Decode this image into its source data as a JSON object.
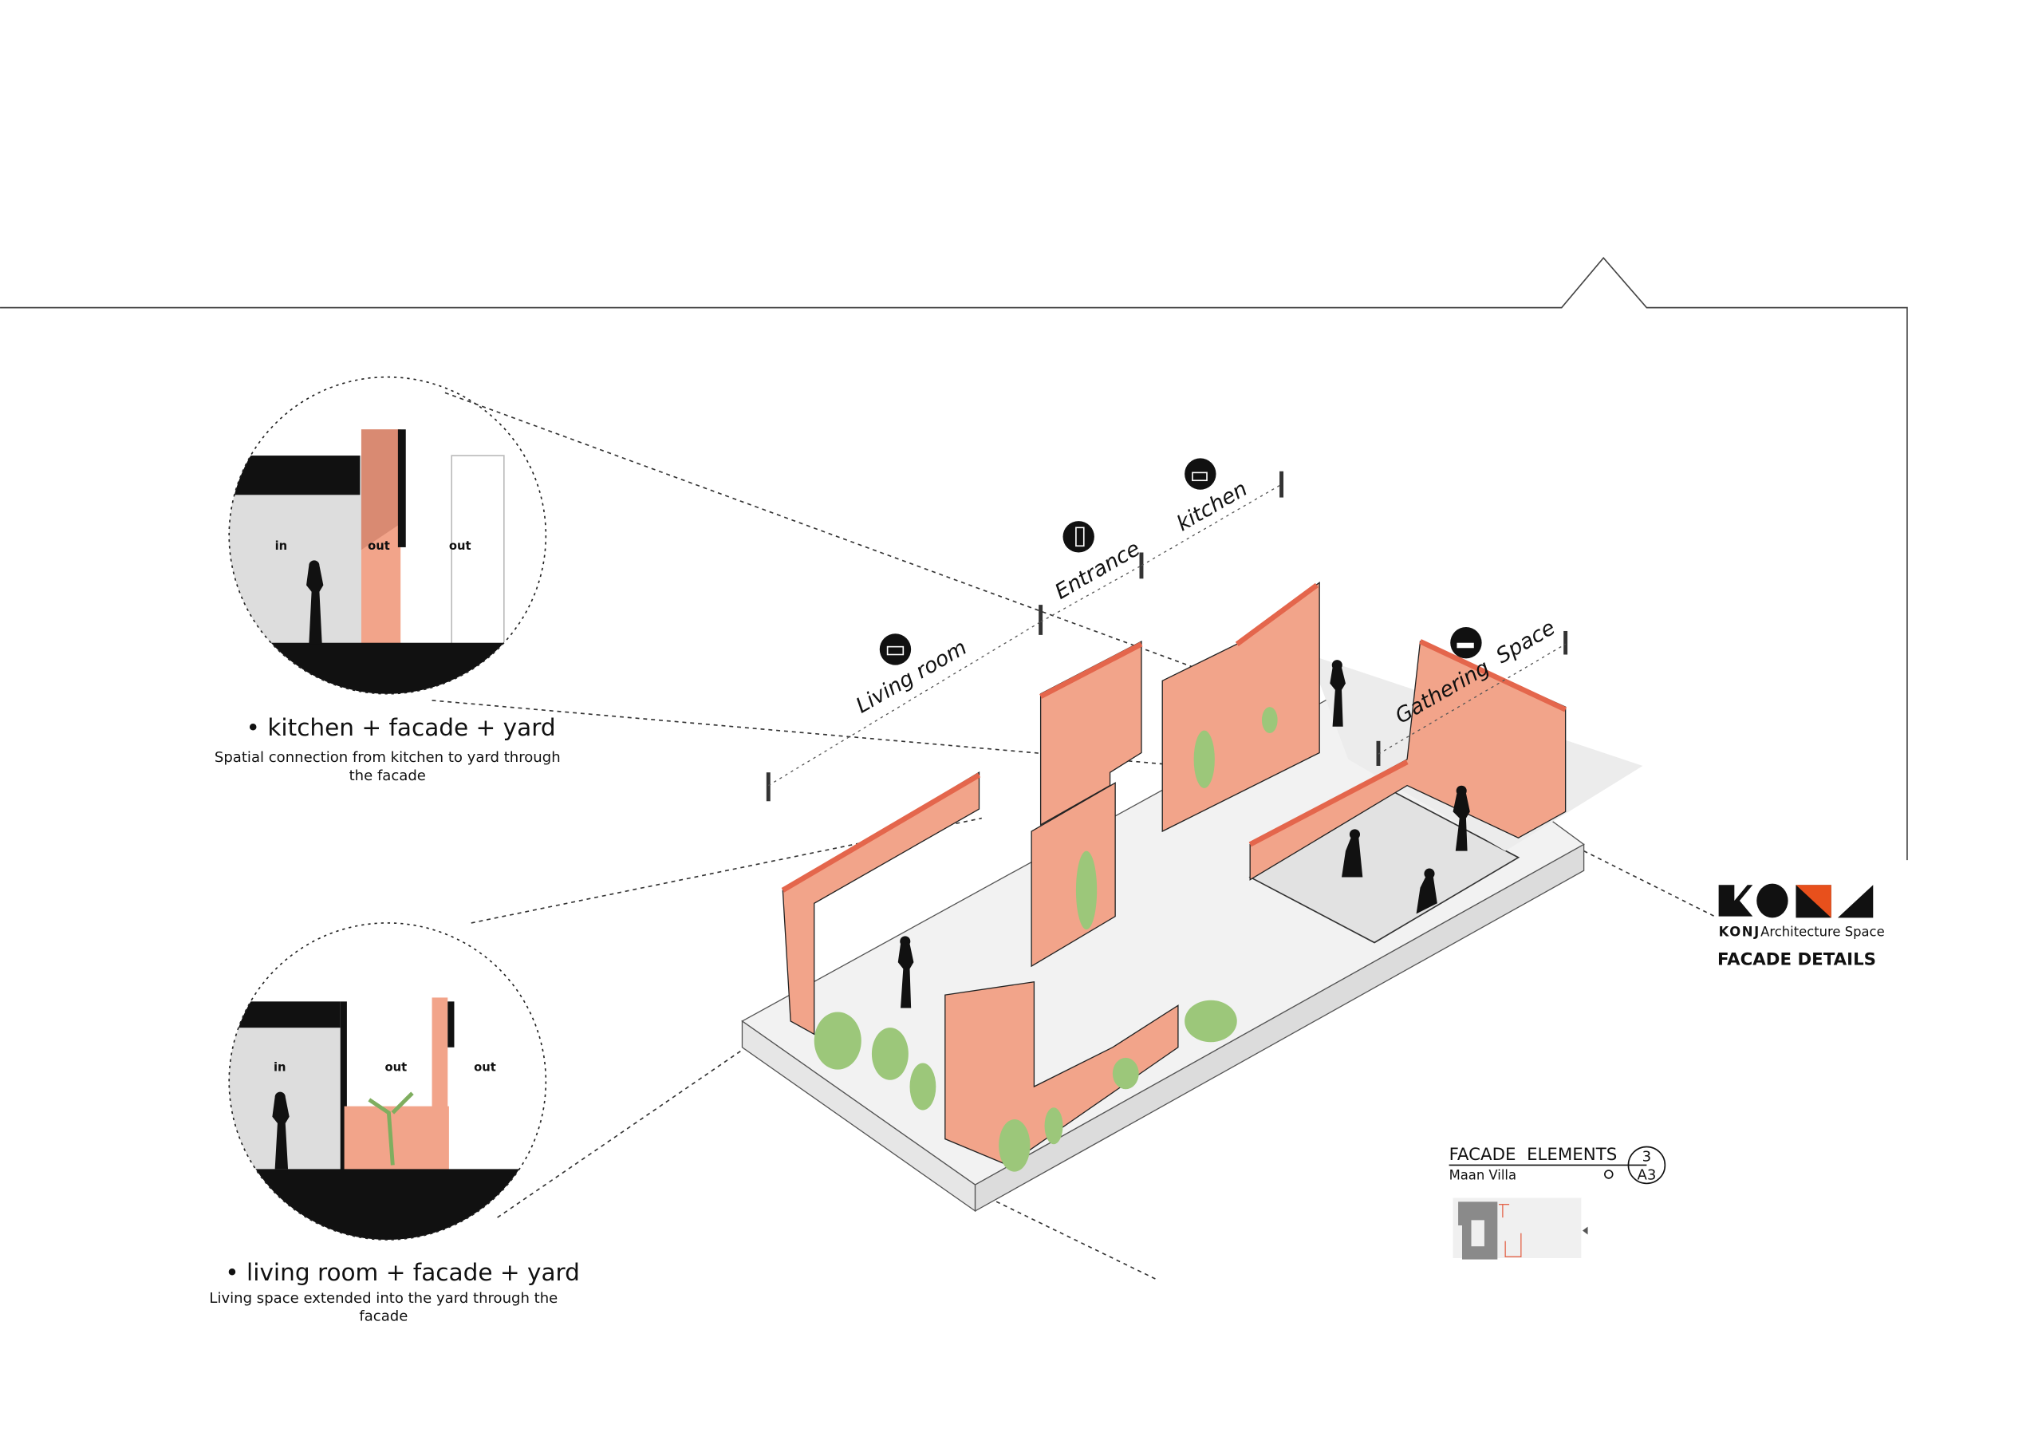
{
  "detail_kitchen": {
    "in_label": "in",
    "out_label_1": "out",
    "out_label_2": "out",
    "heading": "• kitchen + facade + yard",
    "caption_line1": "Spatial connection from kitchen to yard through",
    "caption_line2": "the facade"
  },
  "detail_living": {
    "in_label": "in",
    "out_label_1": "out",
    "out_label_2": "out",
    "heading": "• living room + facade + yard",
    "caption_line1": "Living space extended into the yard through the",
    "caption_line2": "facade"
  },
  "zones": [
    {
      "label": "Living room",
      "icon": "sofa-icon"
    },
    {
      "label": "Entrance",
      "icon": "door-enter-icon"
    },
    {
      "label": "kitchen",
      "icon": "kitchen-icon"
    },
    {
      "label": "Gathering",
      "icon": "lounge-icon"
    },
    {
      "label": "Space"
    }
  ],
  "logo": {
    "brand": "KONJ",
    "name": "Architecture Space",
    "wordmark": "KONJ"
  },
  "sheet_title": "FACADE DETAILS",
  "title_block": {
    "title": "FACADE  ELEMENTS",
    "subtitle": "Maan Villa",
    "detail_number": "3",
    "sheet_number": "A3"
  },
  "colors": {
    "facade": "#f2a48a",
    "facade_edge": "#e4664c",
    "accent": "#e8501c",
    "plant": "#9cc77a"
  }
}
